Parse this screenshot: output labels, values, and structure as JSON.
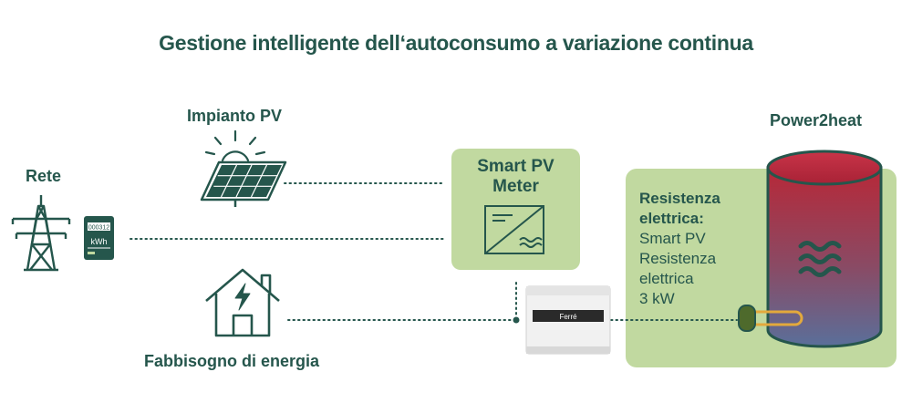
{
  "title": "Gestione intelligente dell‘autoconsumo a variazione continua",
  "labels": {
    "grid": "Rete",
    "pv_plant": "Impianto PV",
    "power2heat": "Power2heat",
    "energy_demand": "Fabbisogno di energia"
  },
  "meter": {
    "title_line1": "Smart PV",
    "title_line2": "Meter"
  },
  "heater": {
    "heading_line1": "Resistenza",
    "heading_line2": "elettrica:",
    "lines": [
      "Smart PV",
      "Resistenza",
      "elettrica",
      "3 kW"
    ]
  },
  "grid_meter": {
    "display": "000312",
    "unit": "kWh"
  },
  "device_brand": "Ferré",
  "colors": {
    "dark_green": "#25564c",
    "panel_green": "#c1d9a0",
    "tank_red": "#b72838",
    "tank_blue": "#5a6f9a",
    "heater_orange": "#e3a93c"
  }
}
